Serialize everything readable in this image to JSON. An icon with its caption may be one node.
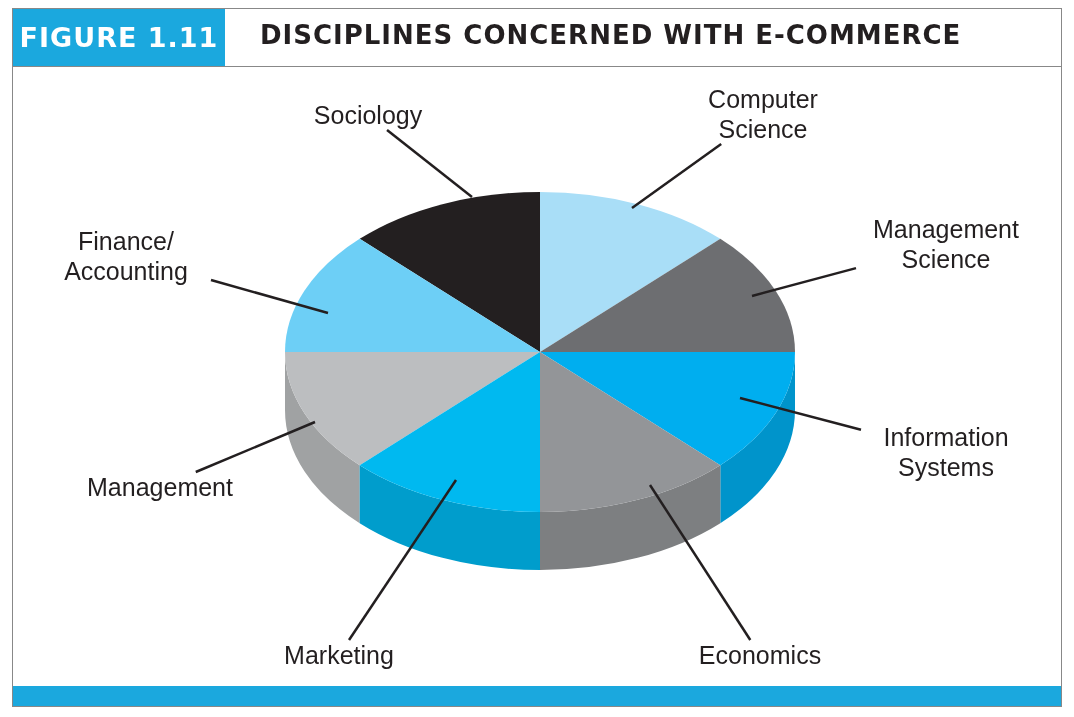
{
  "diagram": {
    "title": "DISCIPLINES CONCERNED WITH E-COMMERCE",
    "nodes": [
      {
        "text": [
          "Sociology"
        ]
      },
      {
        "text": [
          "Computer Science"
        ]
      },
      {
        "text": [
          "Finance/ Accounting"
        ]
      },
      {
        "text": [
          "Management Science"
        ]
      },
      {
        "text": [
          "Information Systems"
        ]
      },
      {
        "text": [
          "Management"
        ]
      },
      {
        "text": [
          "Marketing"
        ]
      },
      {
        "text": [
          "Economics"
        ]
      },
      {
        "text": [],
        "shape": "wedge"
      },
      {
        "text": [],
        "shape": "wedge"
      },
      {
        "text": [],
        "shape": "wedge"
      },
      {
        "text": [],
        "shape": "wedge"
      },
      {
        "text": [],
        "shape": "wedge"
      },
      {
        "text": [],
        "shape": "wedge"
      },
      {
        "text": [],
        "shape": "wedge"
      },
      {
        "text": [],
        "shape": "wedge"
      }
    ],
    "edges": [
      {
        "from": 0,
        "to": 8,
        "arrow": "none"
      },
      {
        "from": 1,
        "to": 9,
        "arrow": "none"
      },
      {
        "from": 2,
        "to": 10,
        "arrow": "none"
      },
      {
        "from": 3,
        "to": 11,
        "arrow": "none"
      },
      {
        "from": 4,
        "to": 12,
        "arrow": "none"
      },
      {
        "from": 5,
        "to": 13,
        "arrow": "none"
      },
      {
        "from": 6,
        "to": 14,
        "arrow": "none"
      },
      {
        "from": 7,
        "to": 15,
        "arrow": "none"
      }
    ],
    "labels": [
      "FIGURE 1.11"
    ]
  }
}
